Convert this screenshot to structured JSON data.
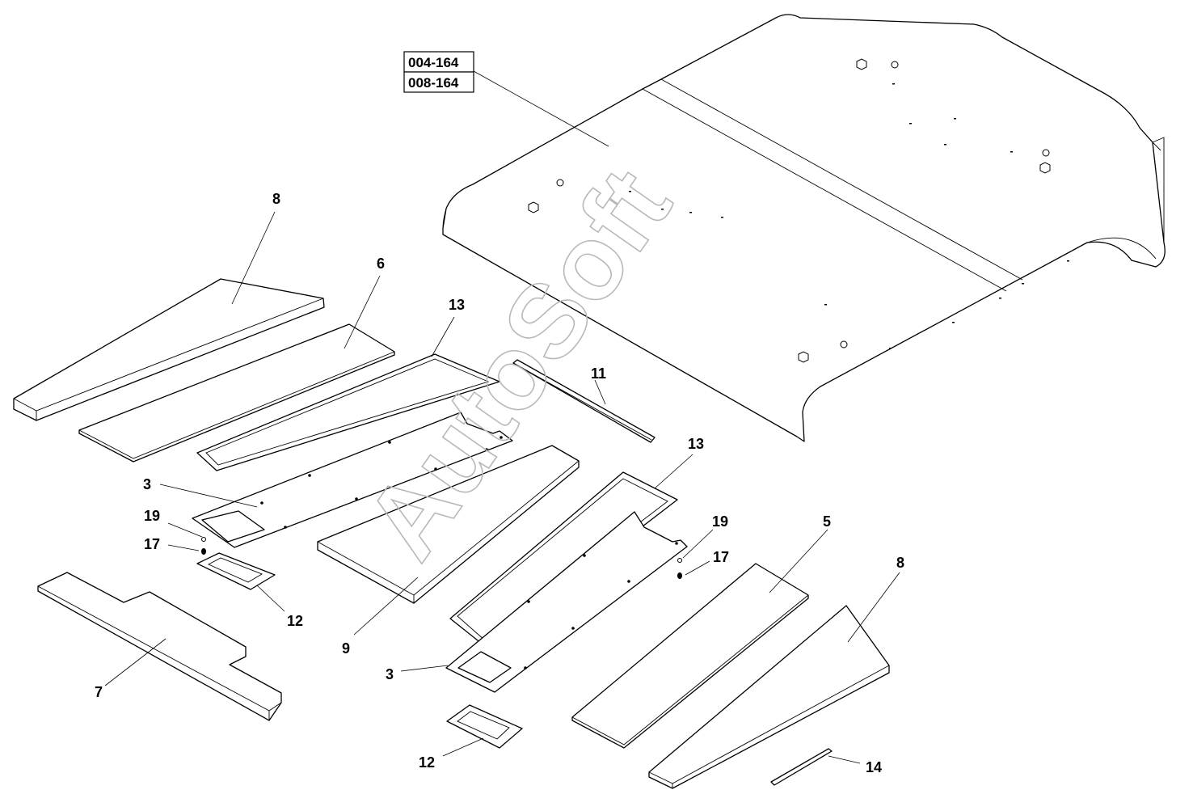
{
  "reference_codes": [
    "004-164",
    "008-164"
  ],
  "watermark": "AutoSoft",
  "callouts": {
    "c8_top": "8",
    "c6": "6",
    "c13_top": "13",
    "c11": "11",
    "c3_left": "3",
    "c19_left": "19",
    "c17_left": "17",
    "c12_left": "12",
    "c7": "7",
    "c9": "9",
    "c13_mid": "13",
    "c19_right": "19",
    "c17_right": "17",
    "c5": "5",
    "c8_right": "8",
    "c3_bottom": "3",
    "c12_bottom": "12",
    "c14": "14"
  }
}
